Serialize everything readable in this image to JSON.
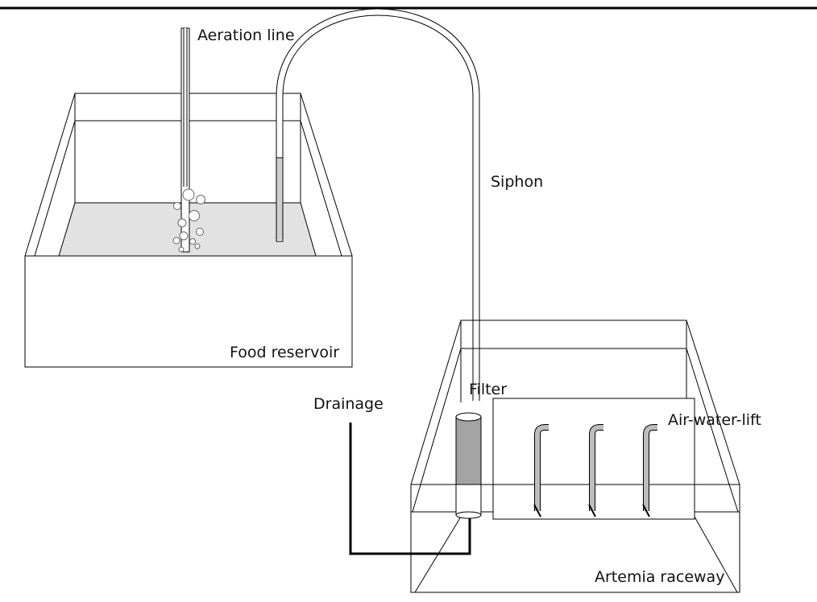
{
  "labels": {
    "aeration": "Aeration line",
    "siphon": "Siphon",
    "food_reservoir": "Food reservoir",
    "drainage": "Drainage",
    "filter": "Filter",
    "air_water_lift": "Air-water-lift",
    "raceway": "Artemia raceway"
  },
  "colors": {
    "water": "#e2e2e2",
    "filter_media": "#a4a4a4",
    "drain_pipe": "#000000",
    "lift_tube": "#bdbdbd"
  }
}
